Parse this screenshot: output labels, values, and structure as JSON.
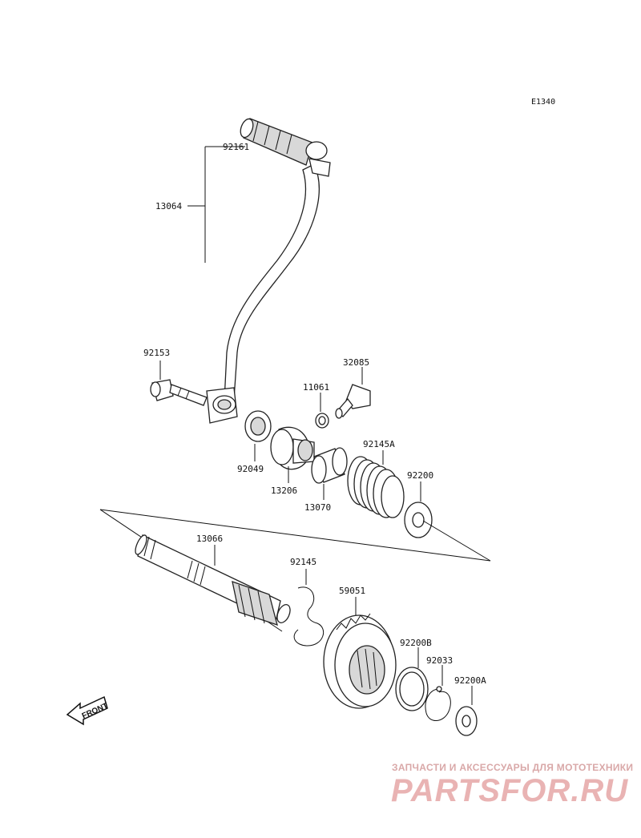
{
  "diagram_code": "E1340",
  "parts": {
    "p92161": "92161",
    "p13064": "13064",
    "p92153": "92153",
    "p32085": "32085",
    "p11061": "11061",
    "p92049": "92049",
    "p13206": "13206",
    "p13070": "13070",
    "p92145A": "92145A",
    "p92200": "92200",
    "p13066": "13066",
    "p92145": "92145",
    "p59051": "59051",
    "p92200B": "92200B",
    "p92033": "92033",
    "p92200A": "92200A"
  },
  "front_label": "FRONT",
  "watermark": {
    "tagline": "ЗАПЧАСТИ И АКСЕССУАРЫ ДЛЯ МОТОТЕХНИКИ",
    "brand": "PARTSFOR.RU"
  },
  "colors": {
    "line": "#111111",
    "watermark": "#e9b3b3"
  }
}
